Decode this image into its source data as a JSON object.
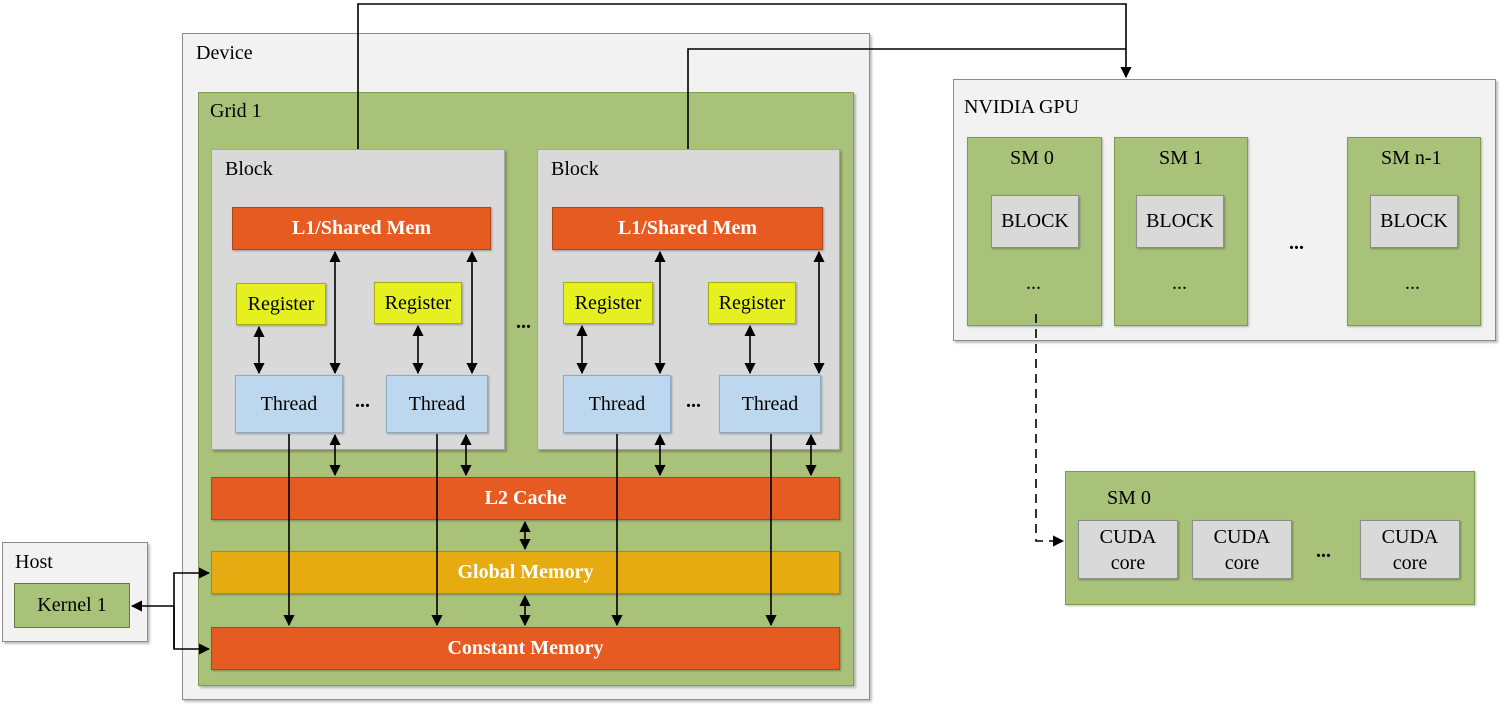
{
  "device": {
    "title": "Device",
    "grid": {
      "title": "Grid 1",
      "blocks": [
        {
          "title": "Block",
          "shared_mem": "L1/Shared Mem",
          "registers": [
            "Register",
            "Register"
          ],
          "threads": [
            "Thread",
            "Thread"
          ],
          "ellipsis": "..."
        },
        {
          "title": "Block",
          "shared_mem": "L1/Shared Mem",
          "registers": [
            "Register",
            "Register"
          ],
          "threads": [
            "Thread",
            "Thread"
          ],
          "ellipsis": "..."
        }
      ],
      "between_blocks": "...",
      "l2_cache": "L2 Cache",
      "global_memory": "Global Memory",
      "constant_memory": "Constant Memory"
    }
  },
  "host": {
    "title": "Host",
    "kernel": "Kernel 1"
  },
  "gpu": {
    "title": "NVIDIA GPU",
    "sms": [
      {
        "name": "SM 0",
        "block": "BLOCK",
        "ellipsis": "..."
      },
      {
        "name": "SM 1",
        "block": "BLOCK",
        "ellipsis": "..."
      },
      {
        "name": "SM n-1",
        "block": "BLOCK",
        "ellipsis": "..."
      }
    ],
    "between_sms": "..."
  },
  "sm_detail": {
    "title": "SM 0",
    "cores": [
      {
        "line1": "CUDA",
        "line2": "core"
      },
      {
        "line1": "CUDA",
        "line2": "core"
      },
      {
        "line1": "CUDA",
        "line2": "core"
      }
    ],
    "ellipsis": "..."
  },
  "colors": {
    "panel_grey": "#f2f2f2",
    "grid_green": "#a9c27a",
    "block_grey": "#d9d9d9",
    "memory_orange": "#e55b22",
    "global_gold": "#e6ab10",
    "register_yellow": "#e6f020",
    "thread_blue": "#bdd7ee"
  }
}
